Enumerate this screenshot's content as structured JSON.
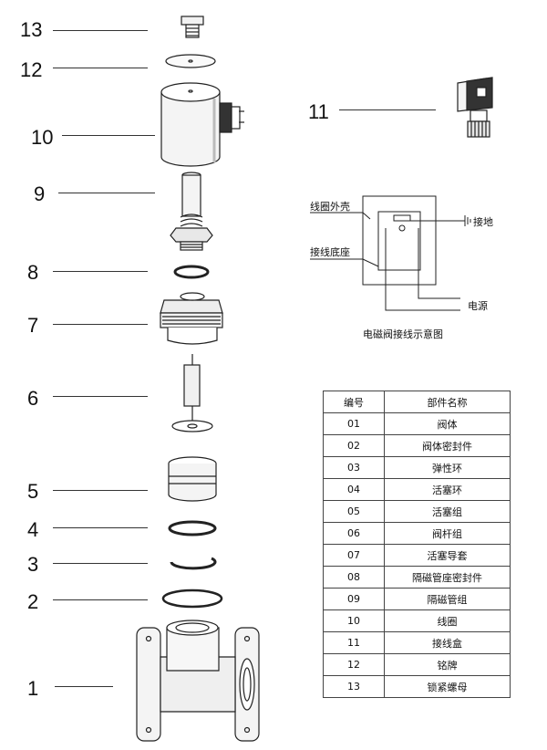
{
  "callouts": [
    {
      "num": "13"
    },
    {
      "num": "12"
    },
    {
      "num": "10"
    },
    {
      "num": "9"
    },
    {
      "num": "8"
    },
    {
      "num": "7"
    },
    {
      "num": "6"
    },
    {
      "num": "5"
    },
    {
      "num": "4"
    },
    {
      "num": "3"
    },
    {
      "num": "2"
    },
    {
      "num": "1"
    },
    {
      "num": "11"
    }
  ],
  "wiring": {
    "label_coil_shell": "线圈外壳",
    "label_terminal_base": "接线底座",
    "label_ground": "接地",
    "label_power": "电源",
    "caption": "电磁阀接线示意图"
  },
  "parts_table": {
    "headers": [
      "编号",
      "部件名称"
    ],
    "rows": [
      [
        "01",
        "阀体"
      ],
      [
        "02",
        "阀体密封件"
      ],
      [
        "03",
        "弹性环"
      ],
      [
        "04",
        "活塞环"
      ],
      [
        "05",
        "活塞组"
      ],
      [
        "06",
        "阀杆组"
      ],
      [
        "07",
        "活塞导套"
      ],
      [
        "08",
        "隔磁管座密封件"
      ],
      [
        "09",
        "隔磁管组"
      ],
      [
        "10",
        "线圈"
      ],
      [
        "11",
        "接线盒"
      ],
      [
        "12",
        "铭牌"
      ],
      [
        "13",
        "锁紧螺母"
      ]
    ]
  }
}
